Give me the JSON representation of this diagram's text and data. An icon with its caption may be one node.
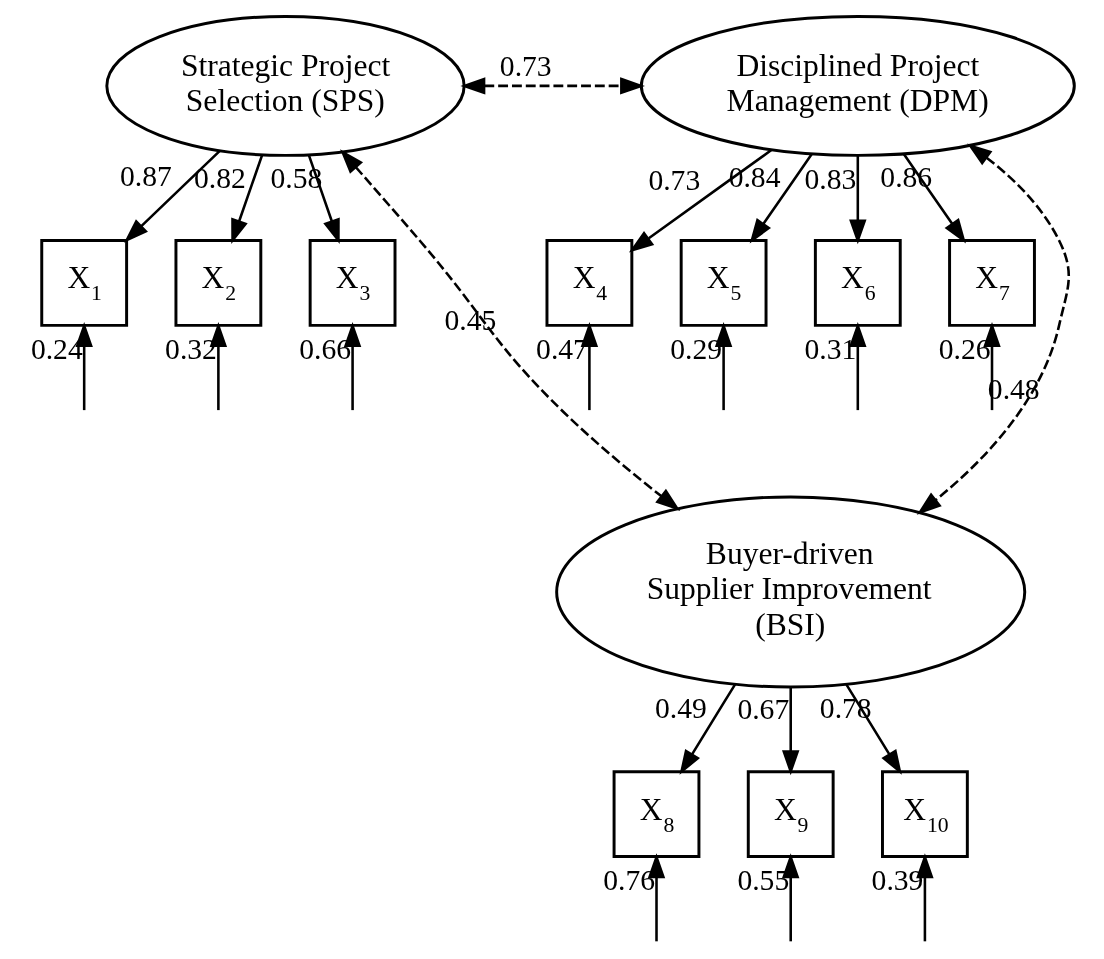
{
  "diagram": {
    "nodes": [
      {
        "text": [
          "Strategic Project Selection (SPS)"
        ]
      },
      {
        "text": [
          "Disciplined Project Management (DPM)"
        ]
      },
      {
        "text": [
          "X$_{1}$"
        ]
      },
      {
        "text": [
          "X$_{2}$"
        ]
      },
      {
        "text": [
          "X$_{3}$"
        ]
      },
      {
        "text": [
          "X$_{4}$"
        ]
      },
      {
        "text": [
          "X$_{5}$"
        ]
      },
      {
        "text": [
          "X$_{6}$"
        ]
      },
      {
        "text": [
          "X$_{7}$"
        ]
      },
      {
        "text": [
          "Buyer-driven Supplier Improvement (BSI)"
        ]
      },
      {
        "text": [
          "X$_{8}$"
        ]
      },
      {
        "text": [
          "X$_{9}$"
        ]
      },
      {
        "text": [
          "X$_{10}$"
        ]
      }
    ],
    "edges": [
      {
        "from": 0,
        "to": 1,
        "arrow": "both",
        "style": "dashed",
        "label": "0.73"
      },
      {
        "from": 0,
        "to": 9,
        "arrow": "both",
        "style": "dashed",
        "label": "0.45"
      },
      {
        "from": 1,
        "to": 9,
        "arrow": "both",
        "style": "dashed",
        "label": "0.48"
      },
      {
        "from": 0,
        "to": 2,
        "arrow": "to",
        "label": "0.87"
      },
      {
        "from": 0,
        "to": 3,
        "arrow": "to",
        "label": "0.82"
      },
      {
        "from": 0,
        "to": 4,
        "arrow": "to",
        "label": "0.58"
      },
      {
        "from": 1,
        "to": 5,
        "arrow": "to",
        "label": "0.73"
      },
      {
        "from": 1,
        "to": 6,
        "arrow": "to",
        "label": "0.84"
      },
      {
        "from": 1,
        "to": 7,
        "arrow": "to",
        "label": "0.83"
      },
      {
        "from": 1,
        "to": 8,
        "arrow": "to",
        "label": "0.86"
      },
      {
        "from": 9,
        "to": 10,
        "arrow": "to",
        "label": "0.49"
      },
      {
        "from": 9,
        "to": 11,
        "arrow": "to",
        "label": "0.67"
      },
      {
        "from": 9,
        "to": 12,
        "arrow": "to",
        "label": "0.78"
      },
      {
        "from": null,
        "to": 2,
        "arrow": "to",
        "label": "0.24"
      },
      {
        "from": null,
        "to": 3,
        "arrow": "to",
        "label": "0.32"
      },
      {
        "from": null,
        "to": 4,
        "arrow": "to",
        "label": "0.66"
      },
      {
        "from": null,
        "to": 5,
        "arrow": "to",
        "label": "0.47"
      },
      {
        "from": null,
        "to": 6,
        "arrow": "to",
        "label": "0.29"
      },
      {
        "from": null,
        "to": 7,
        "arrow": "to",
        "label": "0.31"
      },
      {
        "from": null,
        "to": 8,
        "arrow": "to",
        "label": "0.26"
      },
      {
        "from": null,
        "to": 10,
        "arrow": "to",
        "label": "0.76"
      },
      {
        "from": null,
        "to": 11,
        "arrow": "to",
        "label": "0.55"
      },
      {
        "from": null,
        "to": 12,
        "arrow": "to",
        "label": "0.39"
      }
    ]
  }
}
